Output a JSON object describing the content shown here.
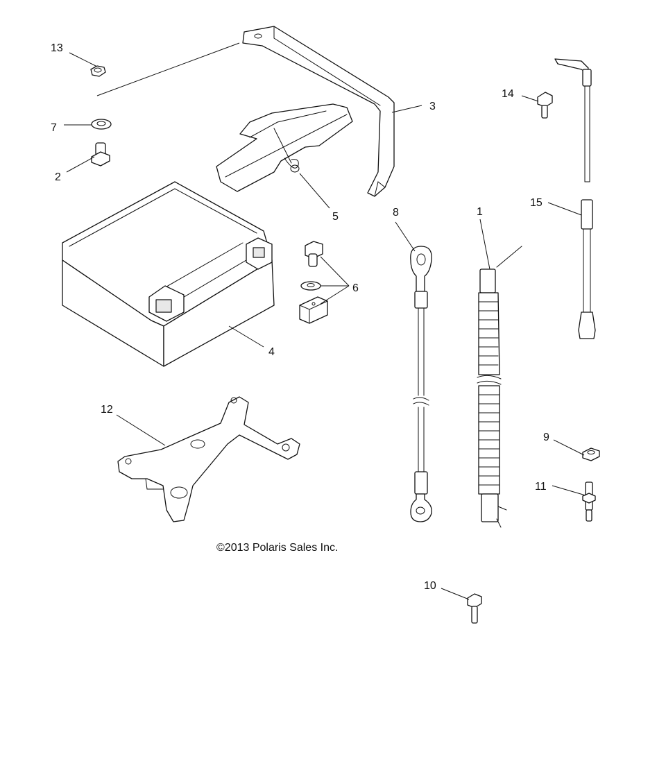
{
  "callouts": {
    "c1": "1",
    "c2": "2",
    "c3": "3",
    "c4": "4",
    "c5": "5",
    "c6": "6",
    "c7": "7",
    "c8": "8",
    "c9": "9",
    "c10": "10",
    "c11": "11",
    "c12": "12",
    "c13": "13",
    "c14": "14",
    "c15": "15"
  },
  "footer": {
    "copyright": "©2013 Polaris Sales Inc."
  }
}
